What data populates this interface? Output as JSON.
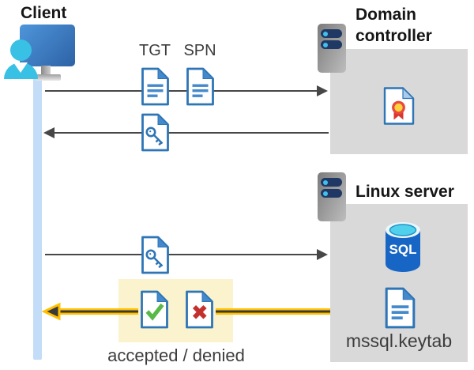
{
  "diagram_type": "kerberos-authentication-sequence",
  "actors": {
    "client": {
      "label": "Client",
      "icon": "client-workstation-icon"
    },
    "domain_controller": {
      "label_lines": [
        "Domain",
        "controller"
      ],
      "icon": "server-icon",
      "contains": [
        "certificate-document-icon"
      ]
    },
    "linux_server": {
      "label": "Linux server",
      "icon": "server-icon",
      "sql_badge": "SQL",
      "keytab_file": "mssql.keytab",
      "contains": [
        "sql-database-icon",
        "keytab-document-icon"
      ]
    }
  },
  "messages": [
    {
      "step": 1,
      "from": "client",
      "to": "domain_controller",
      "direction": "right",
      "labels": [
        "TGT",
        "SPN"
      ],
      "icons": [
        "tgt-document-icon",
        "spn-document-icon"
      ],
      "highlighted": false
    },
    {
      "step": 2,
      "from": "domain_controller",
      "to": "client",
      "direction": "left",
      "labels": [],
      "icons": [
        "key-document-icon"
      ],
      "highlighted": false
    },
    {
      "step": 3,
      "from": "client",
      "to": "linux_server",
      "direction": "right",
      "labels": [],
      "icons": [
        "key-document-icon"
      ],
      "highlighted": false
    },
    {
      "step": 4,
      "from": "linux_server",
      "to": "client",
      "direction": "left",
      "labels": [],
      "icons": [
        "accepted-document-icon",
        "denied-document-icon"
      ],
      "caption": "accepted / denied",
      "highlighted": true
    }
  ],
  "colors": {
    "doc_border_blue": "#2E75B6",
    "doc_fill_blue": "#4489CC",
    "actor_box_gray": "#D9D9D9",
    "arrow_gray": "#474747",
    "arrow_yellow": "#FFC000",
    "highlight_yellow": "#FAF3CE",
    "lifeline_blue": "#C3DDF8",
    "accepted_green": "#58B947",
    "denied_red": "#C4302E",
    "sql_blue": "#1766C6",
    "sql_top_cyan": "#4FD0ED",
    "person_cyan": "#38C1E4",
    "server_pill_navy": "#1F3864"
  }
}
